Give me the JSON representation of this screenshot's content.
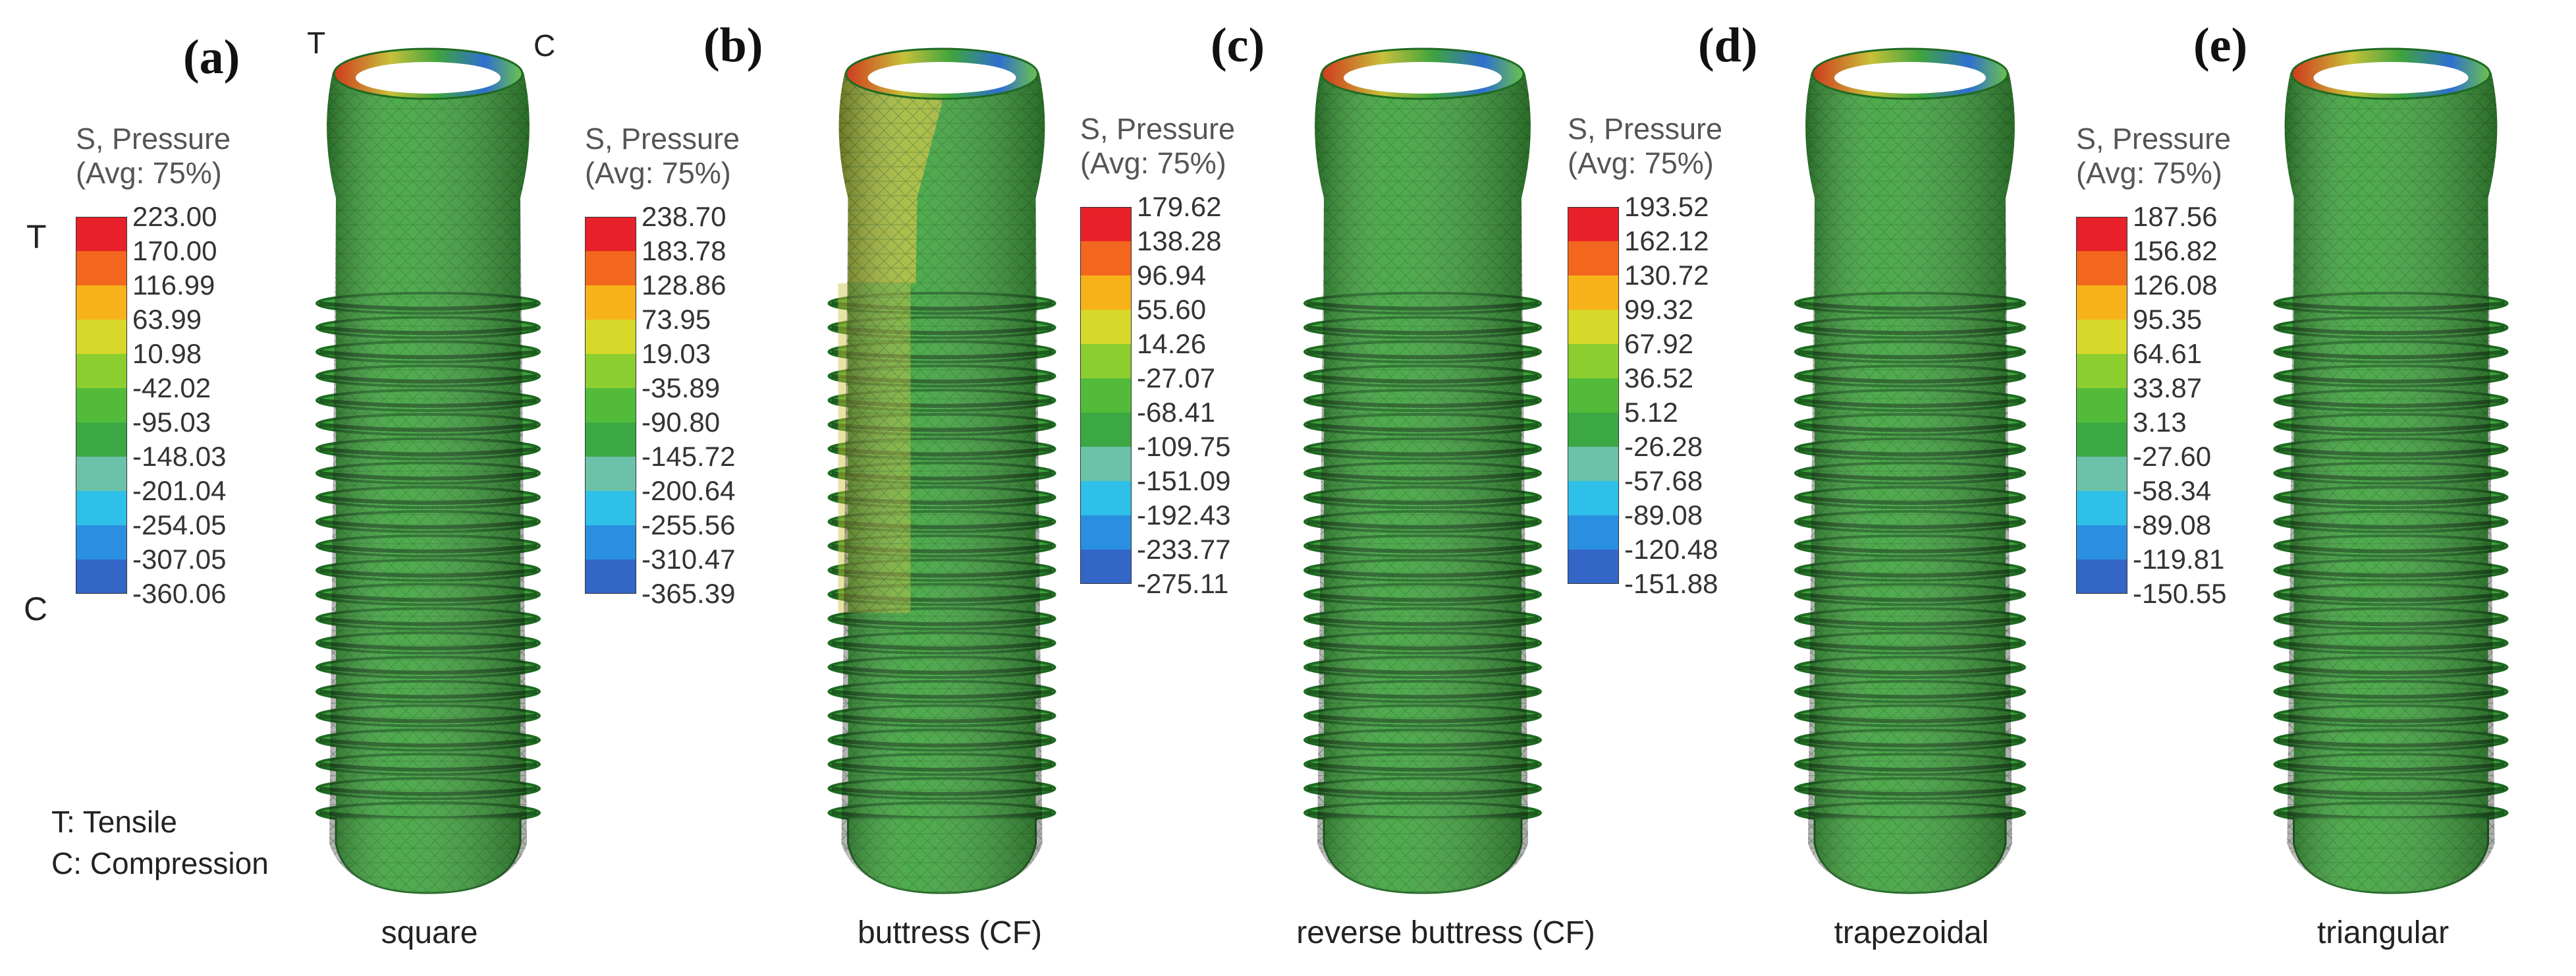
{
  "panels": [
    {
      "letter": "(a)",
      "shape": "square",
      "legend_title_1": "S, Pressure",
      "legend_title_2": "(Avg: 75%)",
      "ticks": [
        "223.00",
        "170.00",
        "116.99",
        "63.99",
        "10.98",
        "-42.02",
        "-95.03",
        "-148.03",
        "-201.04",
        "-254.05",
        "-307.05",
        "-360.06"
      ],
      "top_tag": "T",
      "bottom_tag": "C",
      "implant_top_left": "T",
      "implant_top_right": "C"
    },
    {
      "letter": "(b)",
      "shape": "buttress (CF)",
      "legend_title_1": "S, Pressure",
      "legend_title_2": "(Avg: 75%)",
      "ticks": [
        "238.70",
        "183.78",
        "128.86",
        "73.95",
        "19.03",
        "-35.89",
        "-90.80",
        "-145.72",
        "-200.64",
        "-255.56",
        "-310.47",
        "-365.39"
      ]
    },
    {
      "letter": "(c)",
      "shape": "reverse buttress (CF)",
      "legend_title_1": "S, Pressure",
      "legend_title_2": "(Avg: 75%)",
      "ticks": [
        "179.62",
        "138.28",
        "96.94",
        "55.60",
        "14.26",
        "-27.07",
        "-68.41",
        "-109.75",
        "-151.09",
        "-192.43",
        "-233.77",
        "-275.11"
      ]
    },
    {
      "letter": "(d)",
      "shape": "trapezoidal",
      "legend_title_1": "S, Pressure",
      "legend_title_2": "(Avg: 75%)",
      "ticks": [
        "193.52",
        "162.12",
        "130.72",
        "99.32",
        "67.92",
        "36.52",
        "5.12",
        "-26.28",
        "-57.68",
        "-89.08",
        "-120.48",
        "-151.88"
      ]
    },
    {
      "letter": "(e)",
      "shape": "triangular",
      "legend_title_1": "S, Pressure",
      "legend_title_2": "(Avg: 75%)",
      "ticks": [
        "187.56",
        "156.82",
        "126.08",
        "95.35",
        "64.61",
        "33.87",
        "3.13",
        "-27.60",
        "-58.34",
        "-89.08",
        "-119.81",
        "-150.55"
      ]
    }
  ],
  "scale_colors": [
    "#e8202a",
    "#f2661e",
    "#f7b21a",
    "#d8d82a",
    "#8ccd2f",
    "#52bc3a",
    "#3ba843",
    "#6cc2a8",
    "#2ec0e8",
    "#2a8fe0",
    "#3466c8",
    "#2b3aa0"
  ],
  "implant_colors": {
    "body": "#3fa43d",
    "dark": "#1f6a22",
    "light": "#6cc24a",
    "warm": "#c8c03a",
    "hot": "#d03a1e",
    "cool": "#2f6fd0"
  },
  "notes": [
    "T: Tensile",
    "C: Compression"
  ]
}
